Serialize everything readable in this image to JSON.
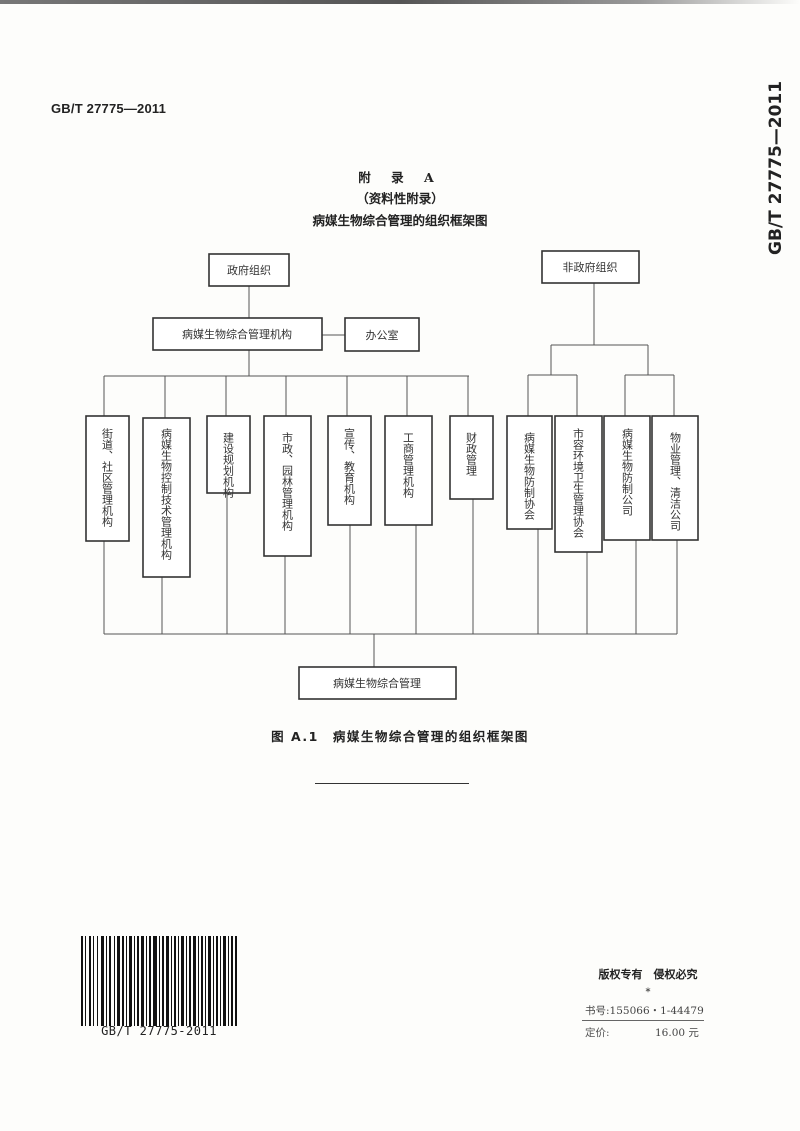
{
  "page": {
    "std_code_header": "GB/T 27775—2011",
    "std_code_side": "GB/T 27775—2011"
  },
  "appendix": {
    "title": "附 录 A",
    "subtitle": "（资料性附录）",
    "heading": "病媒生物综合管理的组织框架图"
  },
  "org_chart": {
    "government": "政府组织",
    "non_government": "非政府组织",
    "management_body": "病媒生物综合管理机构",
    "office": "办公室",
    "government_units": [
      "街道、社区管理机构",
      "病媒生物控制技术管理机构",
      "建设规划机构",
      "市政、园林管理机构",
      "宣传、教育机构",
      "工商管理机构",
      "财政管理"
    ],
    "non_government_units": [
      "病媒生物防制协会",
      "市容环境卫生管理协会",
      "病媒生物防制公司",
      "物业管理、清洁公司"
    ],
    "result": "病媒生物综合管理"
  },
  "figure": {
    "caption": "图 A.1　病媒生物综合管理的组织框架图"
  },
  "back_matter": {
    "barcode_text": "GB/T 27775-2011",
    "copyright": "版权专有　侵权必究",
    "star": "*",
    "book_number": "书号:155066・1-44479",
    "price_label": "定价:",
    "price_value": "16.00 元"
  }
}
